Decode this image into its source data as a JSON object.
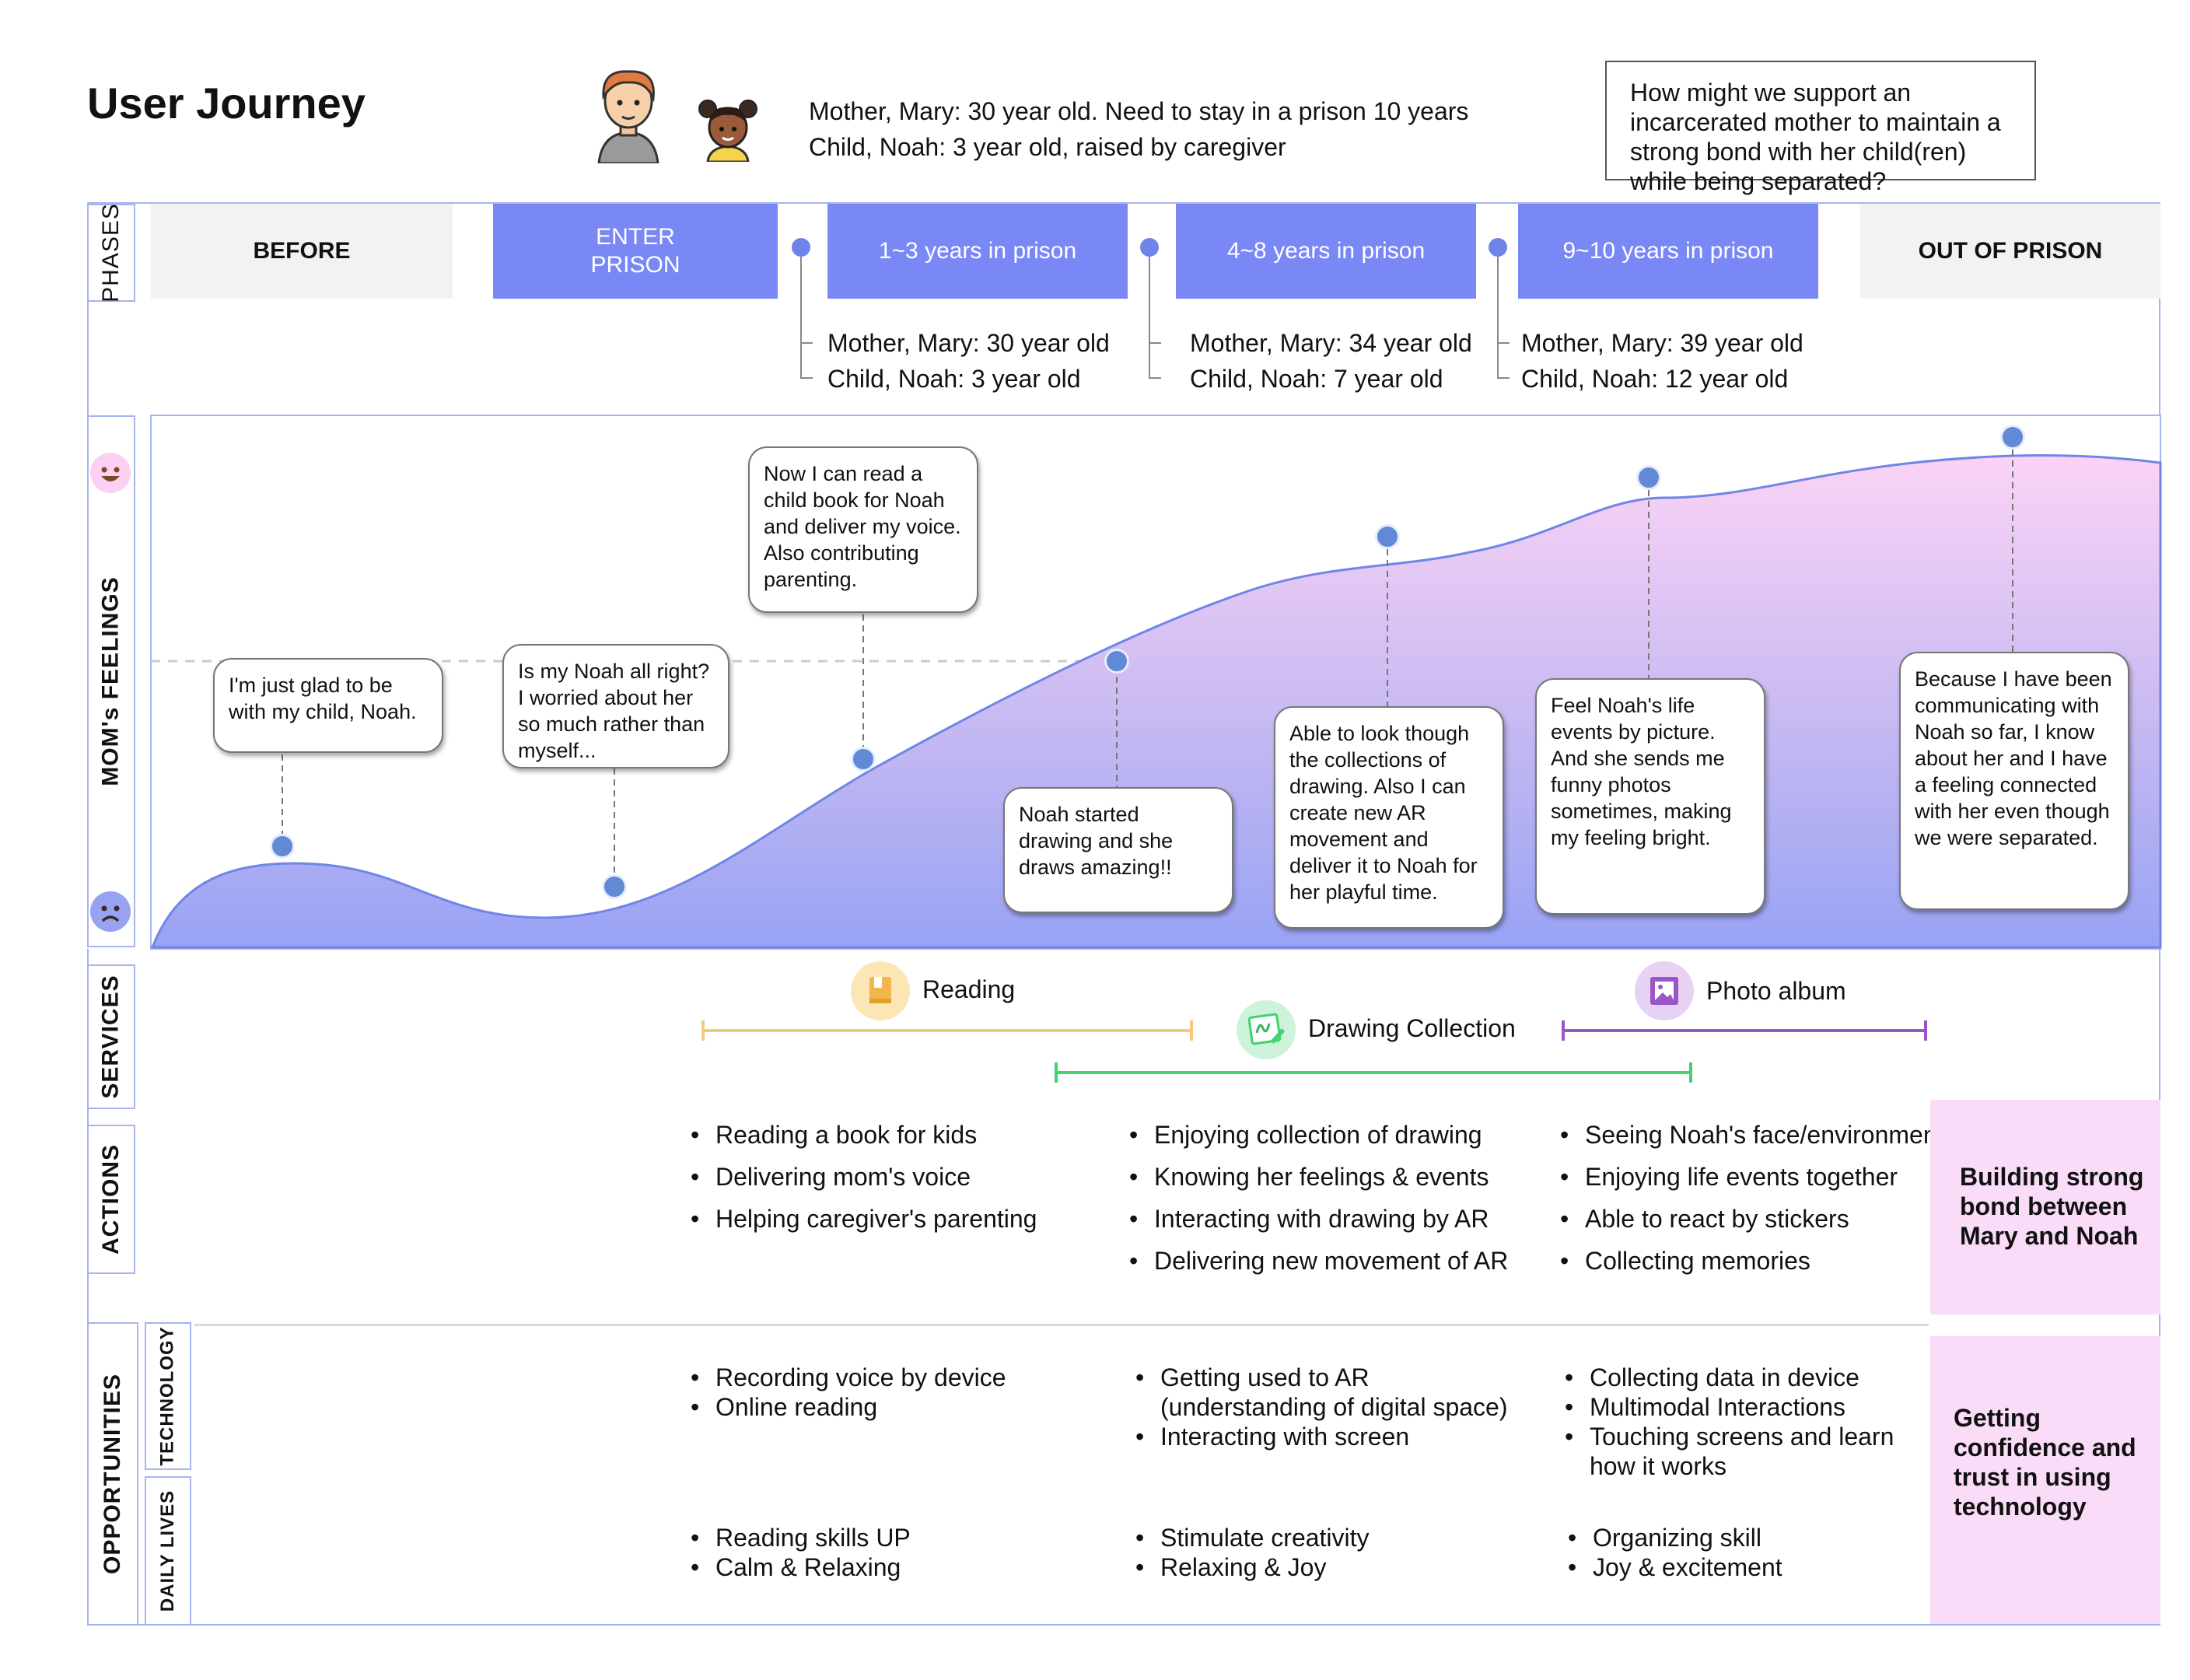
{
  "title": "User Journey",
  "persona": {
    "mother_line": "Mother, Mary: 30 year old.  Need to stay in a prison 10 years",
    "child_line": "Child, Noah: 3 year old, raised by caregiver"
  },
  "hmw": "How might we support an incarcerated mother to maintain a strong bond with her child(ren) while being separated?",
  "row_labels": {
    "phases": "PHASES",
    "feelings": "MOM's FEELINGS",
    "services": "SERVICES",
    "actions": "ACTIONS",
    "opportunities": "OPPORTUNITIES",
    "technology": "TECHNOLOGY",
    "daily_lives": "DAILY LIVES"
  },
  "phases": [
    "BEFORE",
    "ENTER PRISON",
    "1~3 years in prison",
    "4~8 years in prison",
    "9~10 years in prison",
    "OUT OF PRISON"
  ],
  "ages": [
    {
      "mother": "Mother, Mary: 30 year old",
      "child": "Child, Noah: 3 year old"
    },
    {
      "mother": "Mother, Mary: 34 year old",
      "child": "Child, Noah: 7 year old"
    },
    {
      "mother": "Mother, Mary: 39 year old",
      "child": "Child, Noah: 12 year old"
    }
  ],
  "quotes": [
    "I'm just glad to be with my child, Noah.",
    "Is my Noah all right? I worried about her so much rather than myself...",
    "Now I can read a child book for Noah and deliver my voice. Also contributing parenting.",
    "Noah started drawing and she draws amazing!!",
    "Able to look though the collections of drawing. Also I can create new AR movement and deliver it to Noah for her playful time.",
    "Feel Noah's life events by picture. And she sends me funny photos sometimes, making my feeling bright.",
    "Because I have been communicating with Noah so far, I know about her and I have a feeling connected with her even though we were separated."
  ],
  "services": [
    {
      "name": "Reading",
      "color": "#f5c97a",
      "icon": "book-icon"
    },
    {
      "name": "Drawing Collection",
      "color": "#3fd46e",
      "icon": "drawing-icon"
    },
    {
      "name": "Photo album",
      "color": "#9b55c9",
      "icon": "photo-icon"
    }
  ],
  "actions": [
    [
      "Reading a book for kids",
      "Delivering mom's voice",
      "Helping caregiver's parenting"
    ],
    [
      "Enjoying collection of drawing",
      "Knowing her feelings & events",
      "Interacting with drawing by AR",
      "Delivering new movement of AR"
    ],
    [
      "Seeing Noah's face/environment",
      "Enjoying life events together",
      "Able to react by stickers",
      "Collecting memories"
    ]
  ],
  "actions_summary": "Building strong bond between Mary and Noah",
  "technology": [
    [
      "Recording voice by device",
      "Online reading"
    ],
    [
      "Getting used to AR (understanding of digital space)",
      "Interacting with screen"
    ],
    [
      "Collecting data in device",
      "Multimodal Interactions",
      "Touching screens and learn how it works"
    ]
  ],
  "daily_lives": [
    [
      "Reading skills UP",
      "Calm & Relaxing"
    ],
    [
      "Stimulate creativity",
      "Relaxing & Joy"
    ],
    [
      "Organizing skill",
      "Joy & excitement"
    ]
  ],
  "opportunities_summary": "Getting confidence and trust in using technology",
  "icons": [
    "mother-avatar-icon",
    "child-avatar-icon",
    "happy-face-icon",
    "sad-face-icon"
  ],
  "colors": {
    "phase_blue": "#7a88f6",
    "curve_top": "#fbd3f6",
    "curve_bottom": "#a2aaf6",
    "highlight_pink": "#fadbf8"
  }
}
